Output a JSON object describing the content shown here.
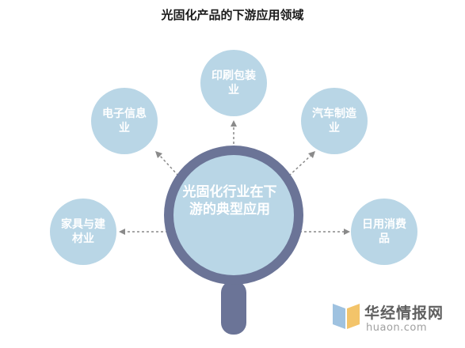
{
  "title": "光固化产品的下游应用领域",
  "center": "光固化行业在下游的典型应用",
  "nodes": {
    "printing_packaging": "印刷包装业",
    "electronics": "电子信息业",
    "automotive": "汽车制造业",
    "home_building": "家具与建材业",
    "consumer_goods": "日用消费品"
  },
  "watermark": {
    "brand": "华经情报网",
    "url": "huaon.com"
  }
}
